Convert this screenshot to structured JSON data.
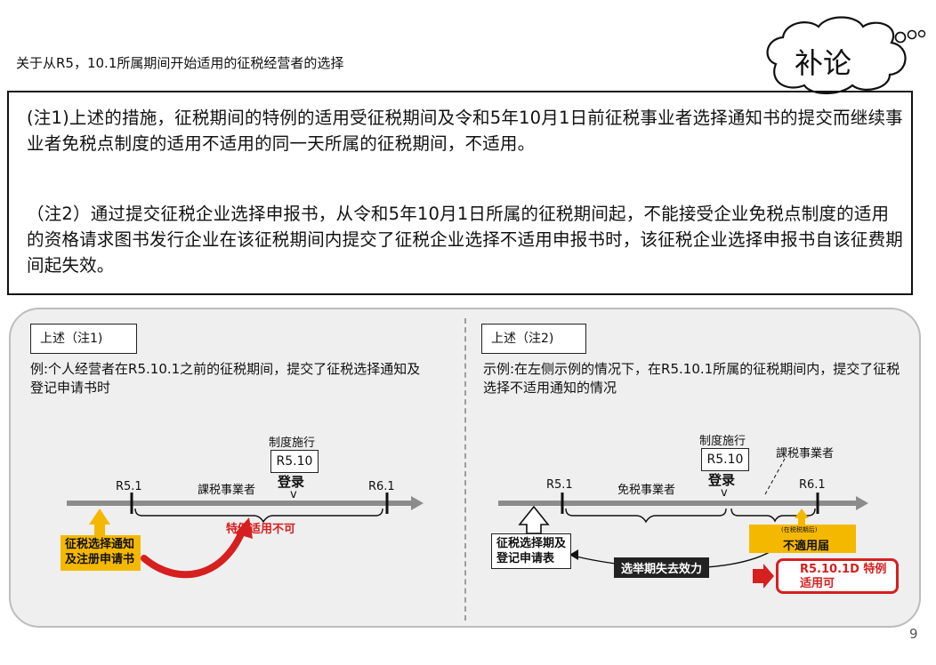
{
  "page": {
    "title": "关于从R5，10.1所属期间开始适用的征税经营者的选择",
    "badge": "补论",
    "page_number": "9"
  },
  "notes": {
    "note1": "(注1)上述的措施，征税期间的特例的适用受征税期间及令和5年10月1日前征税事业者选择通知书的提交而继续事业者免税点制度的适用不适用的同一天所属的征税期间，不适用。",
    "note2": "（注2）通过提交征税企业选择申报书，从令和5年10月1日所属的征税期间起，不能接受企业免税点制度的适用的资格请求图书发行企业在该征税期间内提交了征税企业选择不适用申报书时，该征税企业选择申报书自该征费期间起失效。"
  },
  "left_panel": {
    "tag": "上述（注1)",
    "example": "例:个人经营者在R5.10.1之前的征税期间，提交了征税选择通知及登记申请书时",
    "institution_label": "制度施行",
    "date_box": "R5.10",
    "register": "登录",
    "v_mark": "v",
    "r51": "R5.1",
    "r61": "R6.1",
    "period_label": "課税事業者",
    "red_label": "特例适用不可",
    "yellow_box": "征税选择通知及注册申请书"
  },
  "right_panel": {
    "tag": "上述（注2)",
    "example": "示例:在左侧示例的情况下，在R5.10.1所属的征税期间内，提交了征税选择不适用通知的情况",
    "institution_label": "制度施行",
    "date_box": "R5.10",
    "register": "登录",
    "v_mark": "v",
    "r51": "R5.1",
    "r61": "R6.1",
    "period_label": "免税事業者",
    "taxable_label": "課税事業者",
    "white_box": "征税选择期及登记申请表",
    "black_label": "选举期失去效力",
    "yellow_small": "(在税税期后)",
    "yellow_main": "不適用届",
    "red_box": "R5.10.1D 特例适用可"
  },
  "colors": {
    "accent_yellow": "#f5b800",
    "accent_red": "#d61f1f",
    "timeline_gray": "#8c8c8c",
    "panel_bg": "#efefef"
  }
}
